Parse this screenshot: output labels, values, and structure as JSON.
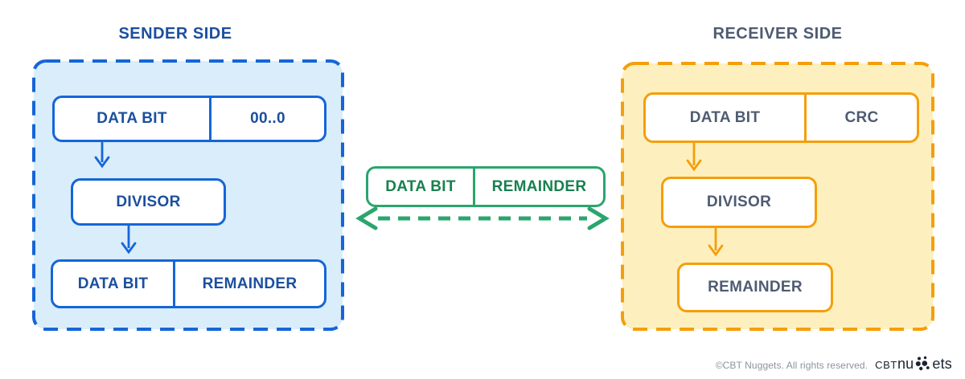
{
  "sender": {
    "title": "SENDER SIDE",
    "top_box": {
      "left": "DATA BIT",
      "right": "00..0"
    },
    "divisor": "DIVISOR",
    "bottom_box": {
      "left": "DATA BIT",
      "right": "REMAINDER"
    }
  },
  "receiver": {
    "title": "RECEIVER SIDE",
    "top_box": {
      "left": "DATA BIT",
      "right": "CRC"
    },
    "divisor": "DIVISOR",
    "remainder": "REMAINDER"
  },
  "transmission": {
    "box": {
      "left": "DATA BIT",
      "right": "REMAINDER"
    }
  },
  "footer": {
    "copyright": "©CBT Nuggets. All rights reserved.",
    "logo_prefix": "CBT",
    "logo_nu": "nu",
    "logo_ets": "ets"
  },
  "colors": {
    "sender_accent": "#1565d8",
    "sender_fill": "#d9edfb",
    "sender_text": "#1b4f9e",
    "receiver_accent": "#f59e0b",
    "receiver_fill": "#fdf0be",
    "receiver_text": "#4e5b72",
    "transfer_accent": "#2aa56d",
    "transfer_text": "#17814f",
    "footer_text": "#8d939c",
    "logo_color": "#1a2430"
  }
}
